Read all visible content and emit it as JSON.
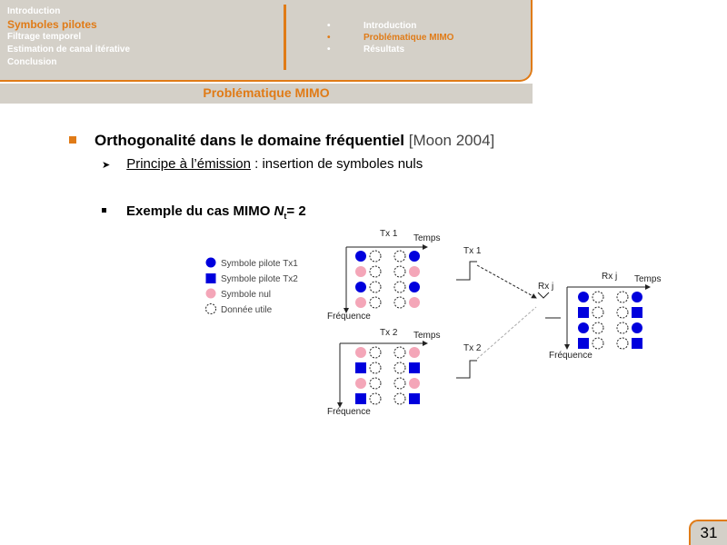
{
  "header": {
    "nav_left": {
      "item1": "Introduction",
      "item2": "Symboles pilotes",
      "item3": "Filtrage temporel",
      "item4": "Estimation de canal itérative",
      "item5": "Conclusion"
    },
    "nav_right": {
      "bullet": "•",
      "item1": "Introduction",
      "item2": "Problématique MIMO",
      "item3": "Résultats"
    },
    "section_title": "Problématique MIMO"
  },
  "bullets": {
    "b1_text": "Orthogonalité dans le domaine fréquentiel",
    "b1_ref": "[Moon 2004]",
    "b2_arrow": "➤",
    "b2_underlined": "Principe à l’émission",
    "b2_rest": " : insertion de symboles nuls",
    "b3_prefix": "Exemple du cas MIMO ",
    "b3_var": "N",
    "b3_sub": "t",
    "b3_suffix": "= 2"
  },
  "diagram": {
    "legend": {
      "l1": "Symbole pilote Tx1",
      "l2": "Symbole pilote Tx2",
      "l3": "Symbole nul",
      "l4": "Donnée utile"
    },
    "tx1_title": "Tx 1",
    "tx2_title": "Tx 2",
    "rx_title": "Rx j",
    "temps": "Temps",
    "frequence": "Fréquence",
    "tx1_label": "Tx 1",
    "tx2_label": "Tx 2",
    "rx_label": "Rx j",
    "colors": {
      "pilot": "#0000dd",
      "null": "#f4a6b8",
      "accent": "#e07b17"
    }
  },
  "page_number": "31"
}
